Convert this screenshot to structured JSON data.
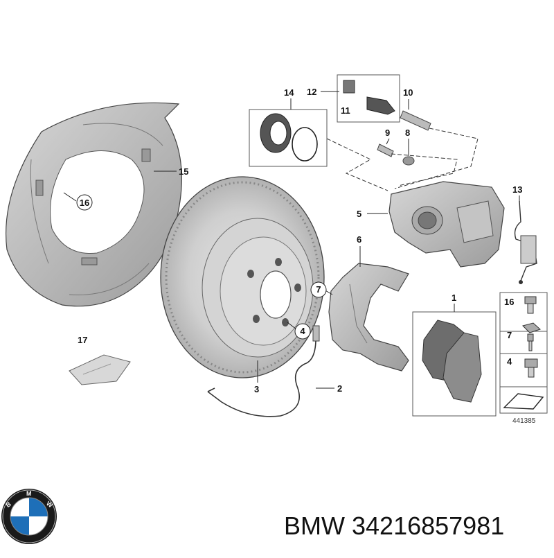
{
  "diagram": {
    "callouts": {
      "c1": "1",
      "c2": "2",
      "c3": "3",
      "c4": "4",
      "c5": "5",
      "c6": "6",
      "c7": "7",
      "c8": "8",
      "c9": "9",
      "c10": "10",
      "c11": "11",
      "c12": "12",
      "c13": "13",
      "c14": "14",
      "c15": "15",
      "c16": "16",
      "c17": "17",
      "k16": "16",
      "k7": "7",
      "k4": "4"
    },
    "diagram_number": "441385",
    "colors": {
      "part_fill": "#c8c8c8",
      "part_dark": "#8a8a8a",
      "line": "#222222"
    }
  },
  "footer": {
    "brand": "BMW",
    "part_number": "34216857981",
    "logo_letters": "BMW"
  }
}
